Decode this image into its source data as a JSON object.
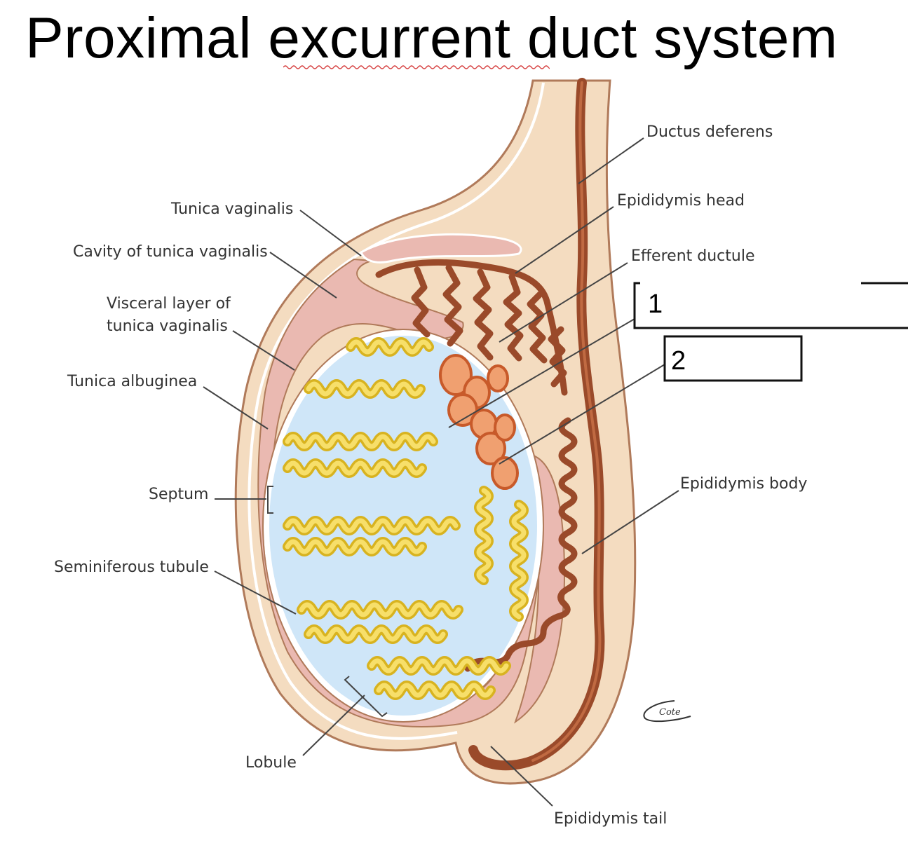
{
  "title": "Proximal excurrent duct system",
  "labels": {
    "ductus_deferens": "Ductus deferens",
    "epididymis_head": "Epididymis head",
    "efferent_ductule": "Efferent ductule",
    "tunica_vaginalis": "Tunica vaginalis",
    "cavity_tunica_vaginalis": "Cavity of tunica vaginalis",
    "visceral_layer_1": "Visceral layer of",
    "visceral_layer_2": "tunica vaginalis",
    "tunica_albuginea": "Tunica albuginea",
    "septum": "Septum",
    "seminiferous_tubule": "Seminiferous tubule",
    "lobule": "Lobule",
    "epididymis_body": "Epididymis body",
    "epididymis_tail": "Epididymis tail"
  },
  "answer_boxes": {
    "box1": "1",
    "box2": "2"
  },
  "signature": "Cote",
  "colors": {
    "skin": "#f4dcc0",
    "skin_outline": "#b07a5a",
    "cavity": "#eab9b1",
    "testis": "#cfe6f8",
    "tubule": "#f7df6a",
    "tubule_outline": "#d8b320",
    "duct": "#9a4a2a",
    "rete": "#d4703f"
  }
}
